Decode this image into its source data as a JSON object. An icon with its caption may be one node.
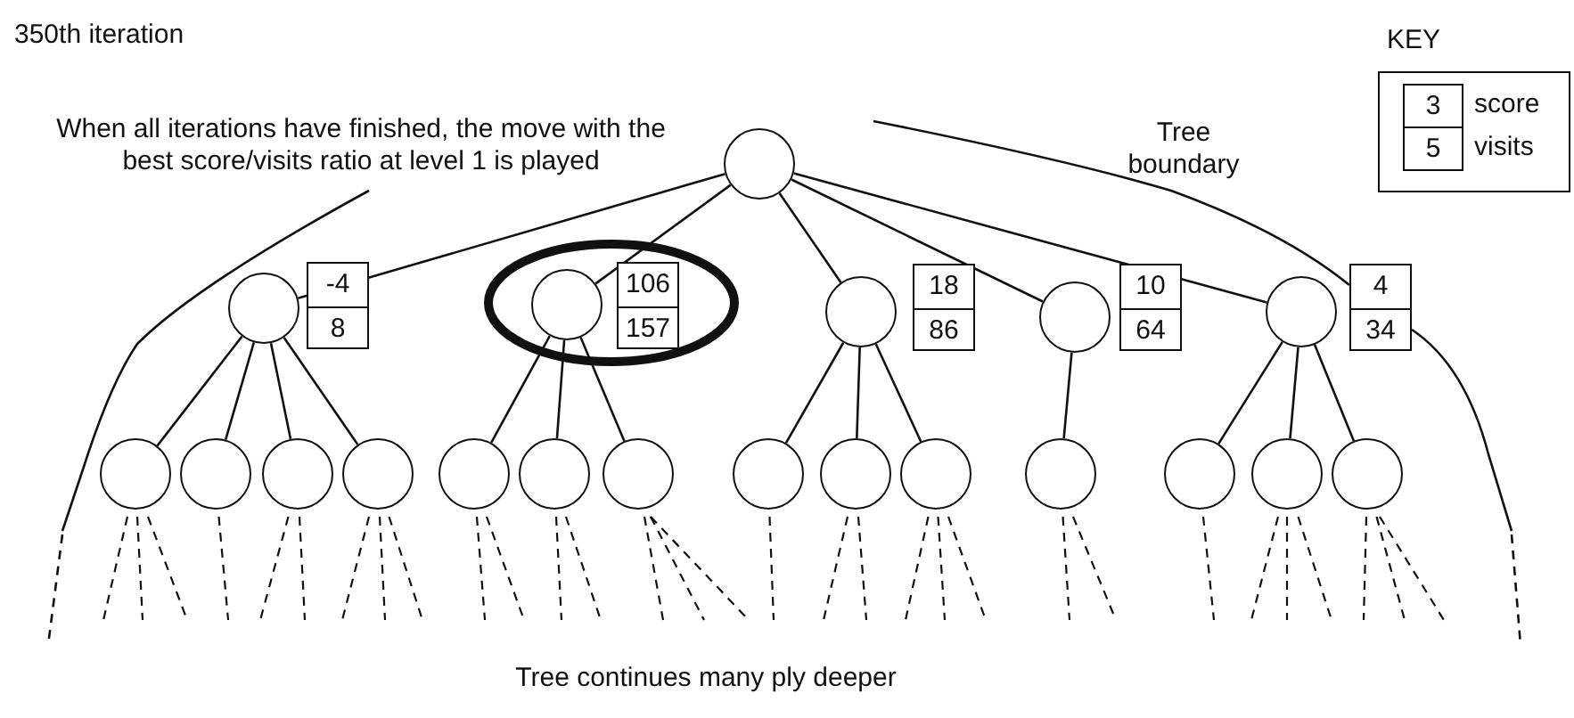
{
  "diagram": {
    "nodes": [
      {
        "text": [],
        "shape": "circle"
      },
      {
        "text": [],
        "shape": "circle",
        "beside": [
          "-4",
          "8"
        ]
      },
      {
        "text": [],
        "shape": "circle",
        "beside": [
          "106",
          "157"
        ]
      },
      {
        "text": [],
        "shape": "circle",
        "beside": [
          "18",
          "86"
        ]
      },
      {
        "text": [],
        "shape": "circle",
        "beside": [
          "10",
          "64"
        ]
      },
      {
        "text": [],
        "shape": "circle",
        "beside": [
          "4",
          "34"
        ]
      },
      {
        "text": [],
        "shape": "circle"
      },
      {
        "text": [],
        "shape": "circle"
      },
      {
        "text": [],
        "shape": "circle"
      },
      {
        "text": [],
        "shape": "circle"
      },
      {
        "text": [],
        "shape": "circle"
      },
      {
        "text": [],
        "shape": "circle"
      },
      {
        "text": [],
        "shape": "circle"
      },
      {
        "text": [],
        "shape": "circle"
      },
      {
        "text": [],
        "shape": "circle"
      },
      {
        "text": [],
        "shape": "circle"
      },
      {
        "text": [],
        "shape": "circle"
      },
      {
        "text": [],
        "shape": "circle"
      },
      {
        "text": [],
        "shape": "circle"
      },
      {
        "text": [],
        "shape": "circle"
      }
    ],
    "edges": [
      {
        "from": 0,
        "to": 1,
        "arrow": "none"
      },
      {
        "from": 0,
        "to": 2,
        "arrow": "none"
      },
      {
        "from": 0,
        "to": 3,
        "arrow": "none"
      },
      {
        "from": 0,
        "to": 4,
        "arrow": "none"
      },
      {
        "from": 0,
        "to": 5,
        "arrow": "none"
      },
      {
        "from": 1,
        "to": 6,
        "arrow": "none"
      },
      {
        "from": 1,
        "to": 7,
        "arrow": "none"
      },
      {
        "from": 1,
        "to": 8,
        "arrow": "none"
      },
      {
        "from": 1,
        "to": 9,
        "arrow": "none"
      },
      {
        "from": 2,
        "to": 10,
        "arrow": "none"
      },
      {
        "from": 2,
        "to": 11,
        "arrow": "none"
      },
      {
        "from": 2,
        "to": 12,
        "arrow": "none"
      },
      {
        "from": 3,
        "to": 13,
        "arrow": "none"
      },
      {
        "from": 3,
        "to": 14,
        "arrow": "none"
      },
      {
        "from": 3,
        "to": 15,
        "arrow": "none"
      },
      {
        "from": 4,
        "to": 16,
        "arrow": "none"
      },
      {
        "from": 5,
        "to": 17,
        "arrow": "none"
      },
      {
        "from": 5,
        "to": 18,
        "arrow": "none"
      },
      {
        "from": 5,
        "to": 19,
        "arrow": "none"
      }
    ],
    "labels": [
      "350th iteration",
      "When all iterations have finished, the move with the best score/visits ratio at level 1 is played",
      "Tree boundary",
      "KEY",
      "3",
      "score",
      "5",
      "visits",
      "Tree continues many ply deeper"
    ]
  }
}
